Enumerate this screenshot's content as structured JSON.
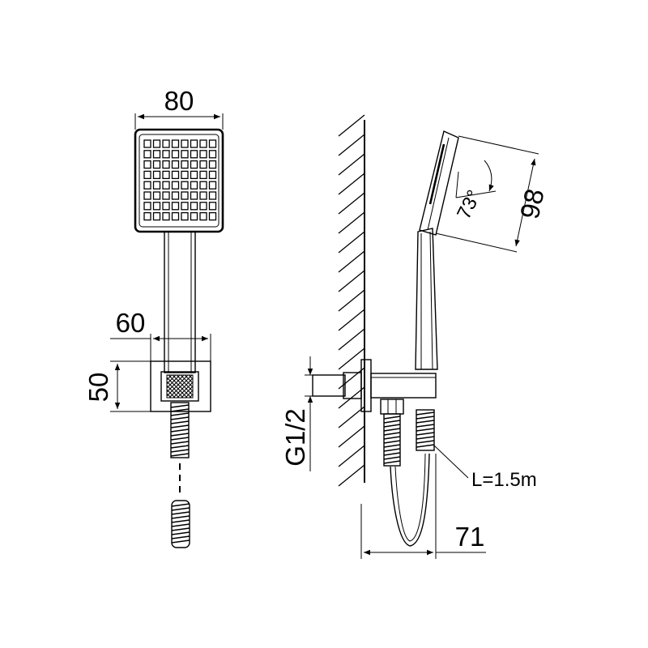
{
  "dimensions": {
    "head_width": "80",
    "holder_width": "60",
    "holder_height": "50",
    "thread": "G1/2",
    "hose_length": "L=1.5m",
    "projection": "71",
    "head_length": "98",
    "angle": "73°"
  },
  "colors": {
    "line": "#000000",
    "background": "#ffffff"
  }
}
